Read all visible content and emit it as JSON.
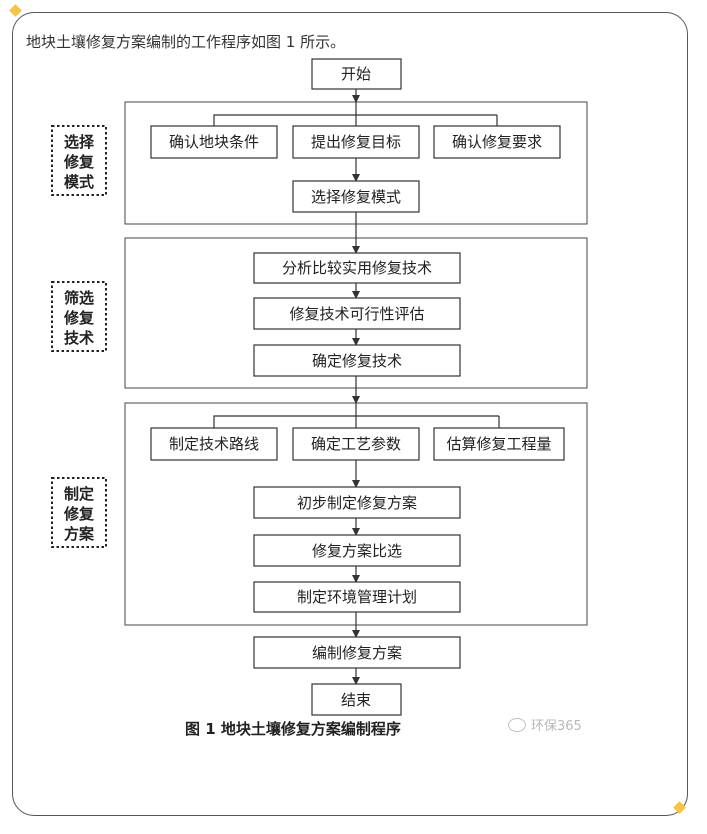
{
  "intro_text": "地块土壤修复方案编制的工作程序如图 1 所示。",
  "caption": "图 1  地块土壤修复方案编制程序",
  "watermark": "环保365",
  "colors": {
    "ornament": "#f5c542",
    "line": "#333333"
  },
  "flow": {
    "start": "开始",
    "end": "结束",
    "section_select": {
      "label": [
        "选择",
        "修复",
        "模式"
      ],
      "inputs": [
        "确认地块条件",
        "提出修复目标",
        "确认修复要求"
      ],
      "result": "选择修复模式"
    },
    "section_screen": {
      "label": [
        "筛选",
        "修复",
        "技术"
      ],
      "steps": [
        "分析比较实用修复技术",
        "修复技术可行性评估",
        "确定修复技术"
      ]
    },
    "section_plan": {
      "label": [
        "制定",
        "修复",
        "方案"
      ],
      "inputs": [
        "制定技术路线",
        "确定工艺参数",
        "估算修复工程量"
      ],
      "steps": [
        "初步制定修复方案",
        "修复方案比选",
        "制定环境管理计划"
      ]
    },
    "final_step": "编制修复方案"
  }
}
